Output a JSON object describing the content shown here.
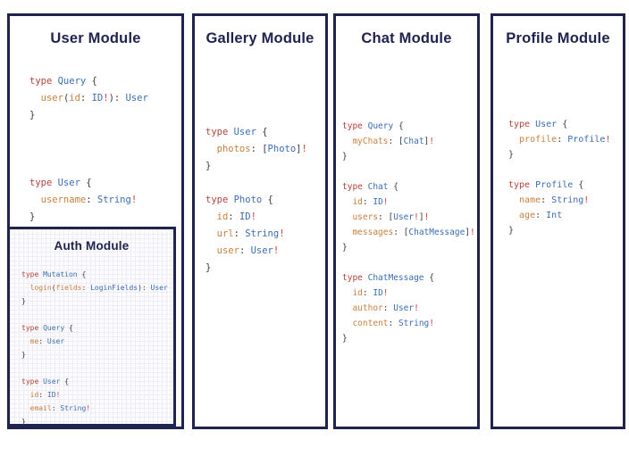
{
  "colors": {
    "navy": "#20234f",
    "keyword": "#b5423a",
    "typename": "#3a6db3",
    "field": "#c8803f",
    "punct": "#3a3a40",
    "bang": "#cf3b35",
    "grid": "#ededf3",
    "auth_bg": "#fcfcfe",
    "panel_bg": "#ffffff"
  },
  "modules": [
    {
      "id": "user",
      "title": "User Module",
      "code": [
        [
          [
            "k",
            "type "
          ],
          [
            "n",
            "Query "
          ],
          [
            "p",
            "{"
          ]
        ],
        [
          [
            "f",
            "  user"
          ],
          [
            "p",
            "("
          ],
          [
            "f",
            "id"
          ],
          [
            "p",
            ": "
          ],
          [
            "n",
            "ID"
          ],
          [
            "b",
            "!"
          ],
          [
            "p",
            "): "
          ],
          [
            "n",
            "User"
          ]
        ],
        [
          [
            "p",
            "}"
          ]
        ],
        [],
        [],
        [],
        [
          [
            "k",
            "type "
          ],
          [
            "n",
            "User "
          ],
          [
            "p",
            "{"
          ]
        ],
        [
          [
            "f",
            "  username"
          ],
          [
            "p",
            ": "
          ],
          [
            "n",
            "String"
          ],
          [
            "b",
            "!"
          ]
        ],
        [
          [
            "p",
            "}"
          ]
        ]
      ]
    },
    {
      "id": "gallery",
      "title": "Gallery Module",
      "code": [
        [
          [
            "k",
            "type "
          ],
          [
            "n",
            "User "
          ],
          [
            "p",
            "{"
          ]
        ],
        [
          [
            "f",
            "  photos"
          ],
          [
            "p",
            ": ["
          ],
          [
            "n",
            "Photo"
          ],
          [
            "p",
            "]"
          ],
          [
            "b",
            "!"
          ]
        ],
        [
          [
            "p",
            "}"
          ]
        ],
        [],
        [
          [
            "k",
            "type "
          ],
          [
            "n",
            "Photo "
          ],
          [
            "p",
            "{"
          ]
        ],
        [
          [
            "f",
            "  id"
          ],
          [
            "p",
            ": "
          ],
          [
            "n",
            "ID"
          ],
          [
            "b",
            "!"
          ]
        ],
        [
          [
            "f",
            "  url"
          ],
          [
            "p",
            ": "
          ],
          [
            "n",
            "String"
          ],
          [
            "b",
            "!"
          ]
        ],
        [
          [
            "f",
            "  user"
          ],
          [
            "p",
            ": "
          ],
          [
            "n",
            "User"
          ],
          [
            "b",
            "!"
          ]
        ],
        [
          [
            "p",
            "}"
          ]
        ]
      ]
    },
    {
      "id": "chat",
      "title": "Chat Module",
      "code": [
        [
          [
            "k",
            "type "
          ],
          [
            "n",
            "Query "
          ],
          [
            "p",
            "{"
          ]
        ],
        [
          [
            "f",
            "  myChats"
          ],
          [
            "p",
            ": ["
          ],
          [
            "n",
            "Chat"
          ],
          [
            "p",
            "]"
          ],
          [
            "b",
            "!"
          ]
        ],
        [
          [
            "p",
            "}"
          ]
        ],
        [],
        [
          [
            "k",
            "type "
          ],
          [
            "n",
            "Chat "
          ],
          [
            "p",
            "{"
          ]
        ],
        [
          [
            "f",
            "  id"
          ],
          [
            "p",
            ": "
          ],
          [
            "n",
            "ID"
          ],
          [
            "b",
            "!"
          ]
        ],
        [
          [
            "f",
            "  users"
          ],
          [
            "p",
            ": ["
          ],
          [
            "n",
            "User"
          ],
          [
            "b",
            "!"
          ],
          [
            "p",
            "]"
          ],
          [
            "b",
            "!"
          ]
        ],
        [
          [
            "f",
            "  messages"
          ],
          [
            "p",
            ": ["
          ],
          [
            "n",
            "ChatMessage"
          ],
          [
            "p",
            "]"
          ],
          [
            "b",
            "!"
          ]
        ],
        [
          [
            "p",
            "}"
          ]
        ],
        [],
        [
          [
            "k",
            "type "
          ],
          [
            "n",
            "ChatMessage "
          ],
          [
            "p",
            "{"
          ]
        ],
        [
          [
            "f",
            "  id"
          ],
          [
            "p",
            ": "
          ],
          [
            "n",
            "ID"
          ],
          [
            "b",
            "!"
          ]
        ],
        [
          [
            "f",
            "  author"
          ],
          [
            "p",
            ": "
          ],
          [
            "n",
            "User"
          ],
          [
            "b",
            "!"
          ]
        ],
        [
          [
            "f",
            "  content"
          ],
          [
            "p",
            ": "
          ],
          [
            "n",
            "String"
          ],
          [
            "b",
            "!"
          ]
        ],
        [
          [
            "p",
            "}"
          ]
        ]
      ]
    },
    {
      "id": "profile",
      "title": "Profile Module",
      "code": [
        [
          [
            "k",
            "type "
          ],
          [
            "n",
            "User "
          ],
          [
            "p",
            "{"
          ]
        ],
        [
          [
            "f",
            "  profile"
          ],
          [
            "p",
            ": "
          ],
          [
            "n",
            "Profile"
          ],
          [
            "b",
            "!"
          ]
        ],
        [
          [
            "p",
            "}"
          ]
        ],
        [],
        [
          [
            "k",
            "type "
          ],
          [
            "n",
            "Profile "
          ],
          [
            "p",
            "{"
          ]
        ],
        [
          [
            "f",
            "  name"
          ],
          [
            "p",
            ": "
          ],
          [
            "n",
            "String"
          ],
          [
            "b",
            "!"
          ]
        ],
        [
          [
            "f",
            "  age"
          ],
          [
            "p",
            ": "
          ],
          [
            "n",
            "Int"
          ]
        ],
        [
          [
            "p",
            "}"
          ]
        ]
      ]
    },
    {
      "id": "auth",
      "title": "Auth Module",
      "code": [
        [
          [
            "k",
            "type "
          ],
          [
            "n",
            "Mutation "
          ],
          [
            "p",
            "{"
          ]
        ],
        [
          [
            "f",
            "  login"
          ],
          [
            "p",
            "("
          ],
          [
            "f",
            "fields"
          ],
          [
            "p",
            ": "
          ],
          [
            "n",
            "LoginFields"
          ],
          [
            "p",
            "): "
          ],
          [
            "n",
            "User"
          ]
        ],
        [
          [
            "p",
            "}"
          ]
        ],
        [],
        [
          [
            "k",
            "type "
          ],
          [
            "n",
            "Query "
          ],
          [
            "p",
            "{"
          ]
        ],
        [
          [
            "f",
            "  me"
          ],
          [
            "p",
            ": "
          ],
          [
            "n",
            "User"
          ]
        ],
        [
          [
            "p",
            "}"
          ]
        ],
        [],
        [
          [
            "k",
            "type "
          ],
          [
            "n",
            "User "
          ],
          [
            "p",
            "{"
          ]
        ],
        [
          [
            "f",
            "  id"
          ],
          [
            "p",
            ": "
          ],
          [
            "n",
            "ID"
          ],
          [
            "b",
            "!"
          ]
        ],
        [
          [
            "f",
            "  email"
          ],
          [
            "p",
            ": "
          ],
          [
            "n",
            "String"
          ],
          [
            "b",
            "!"
          ]
        ],
        [
          [
            "p",
            "}"
          ]
        ]
      ]
    }
  ]
}
